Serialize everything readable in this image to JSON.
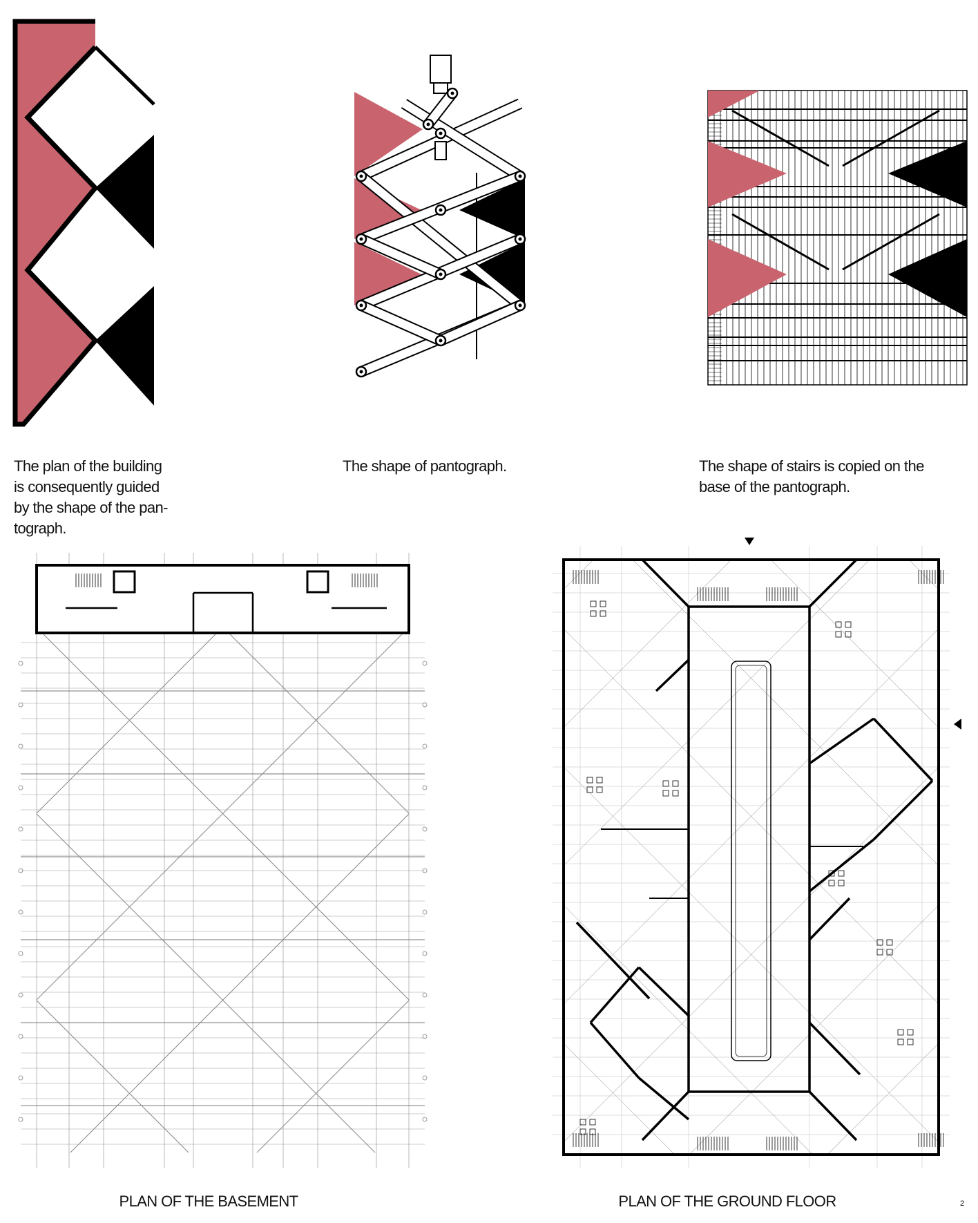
{
  "colors": {
    "accent_pink": "#c9646f",
    "ink": "#000000",
    "line_gray": "#9a9a9a"
  },
  "captions": {
    "plan_shape": {
      "lines": [
        "The plan of the building",
        "is consequently guided",
        "by the shape of the pan-",
        "tograph."
      ]
    },
    "pantograph": {
      "lines": [
        "The shape of pantograph."
      ]
    },
    "stairs": {
      "lines": [
        "The shape of stairs is copied on the",
        "base of the pantograph."
      ]
    }
  },
  "plans": {
    "basement": {
      "title": "PLAN OF THE BASEMENT"
    },
    "ground_floor": {
      "title": "PLAN OF THE GROUND FLOOR"
    }
  },
  "page_number": "2"
}
